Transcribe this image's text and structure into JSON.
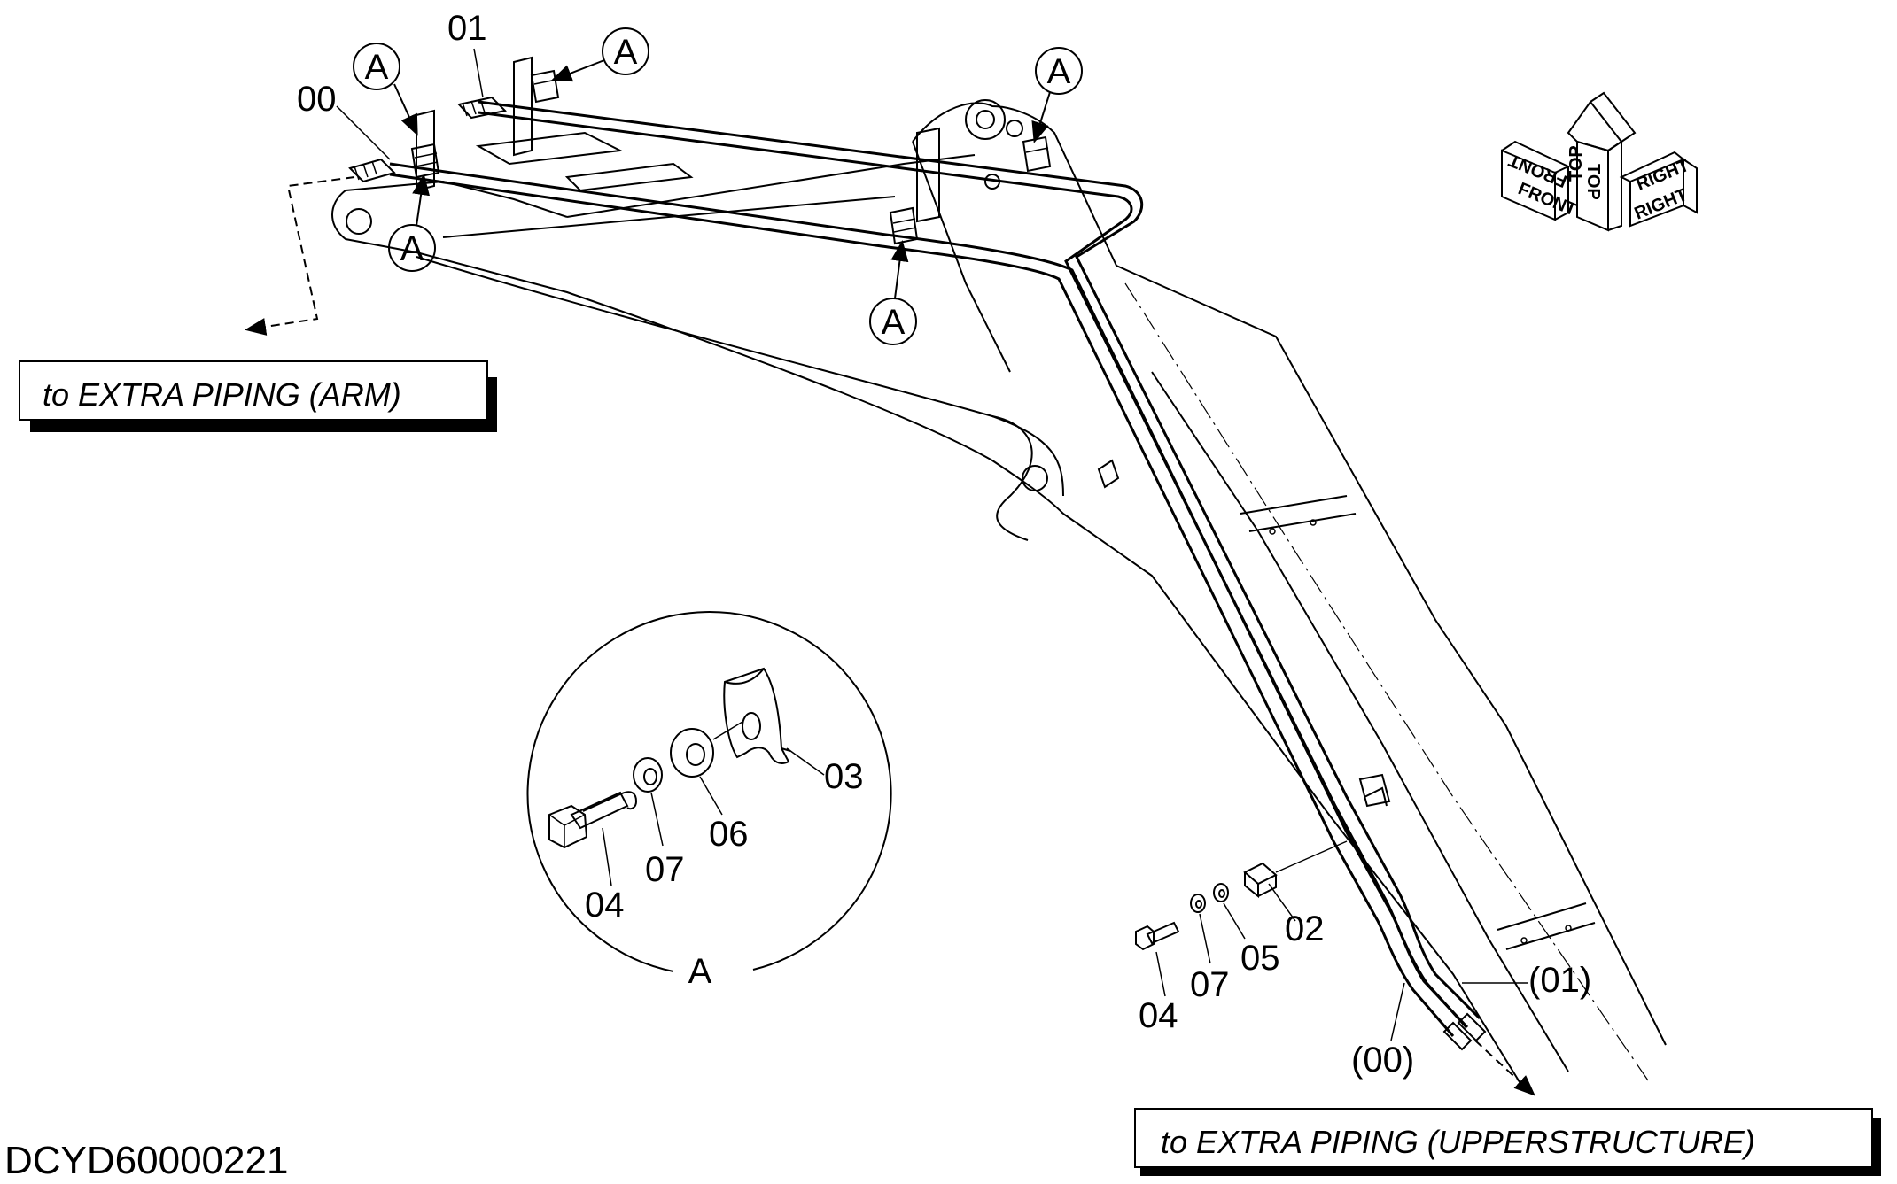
{
  "drawing_id": "DCYD60000221",
  "callouts": {
    "hose_00": "00",
    "hose_01": "01",
    "detail_marker": "A",
    "clamp_02": "02",
    "clamp_03": "03",
    "bolt_04": "04",
    "washer_05": "05",
    "washer_06": "06",
    "washer_07": "07",
    "pipe_00_ref": "(00)",
    "pipe_01_ref": "(01)"
  },
  "boxes": {
    "arm": "to  EXTRA PIPING (ARM)",
    "upperstructure": "to  EXTRA PIPING (UPPERSTRUCTURE)"
  },
  "orientation": {
    "front": "FRONT",
    "top": "TOP",
    "right": "RIGHT"
  },
  "detail_label": "A"
}
